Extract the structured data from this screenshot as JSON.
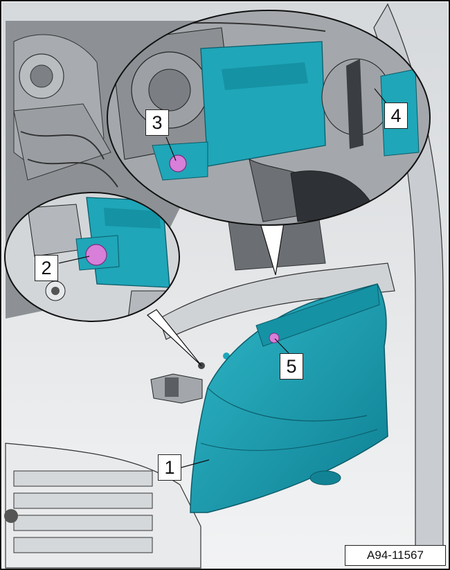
{
  "figure": {
    "reference_code": "A94-11567",
    "callouts": [
      {
        "number": "1",
        "target": "headlight-housing"
      },
      {
        "number": "2",
        "target": "bolt-left-detail"
      },
      {
        "number": "3",
        "target": "bolt-top-detail"
      },
      {
        "number": "4",
        "target": "connector-top-detail"
      },
      {
        "number": "5",
        "target": "bolt-headlight-top"
      }
    ]
  },
  "colors": {
    "component": "#1fa6b8",
    "component_dark": "#117a8c",
    "bolt": "#d77fd9",
    "body_light": "#e4e6e8",
    "body_mid": "#bfc3c7",
    "engine_dark": "#6f7377",
    "outline": "#1a1a1a"
  }
}
